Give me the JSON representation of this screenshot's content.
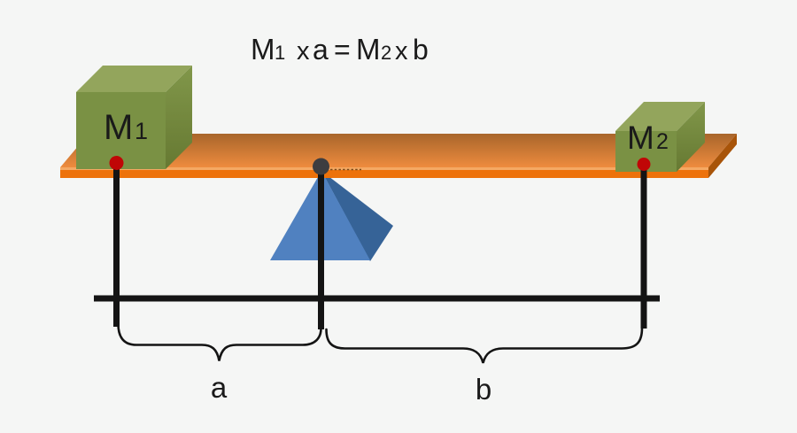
{
  "figure": {
    "type": "lever-balance-diagram",
    "formula": {
      "lhs_mass": "M",
      "lhs_mass_sub": "1",
      "lhs_times": "x",
      "lhs_dist": "a",
      "equals": "=",
      "rhs_mass": "M",
      "rhs_mass_sub": "2",
      "rhs_times": "x",
      "rhs_dist": "b"
    },
    "mass_left": {
      "symbol": "M",
      "subscript": "1"
    },
    "mass_right": {
      "symbol": "M",
      "subscript": "2"
    },
    "distance_left_label": "a",
    "distance_right_label": "b"
  },
  "colors": {
    "background": "#F5F6F5",
    "plank_top_back": "#A8652B",
    "plank_top_front": "#EE8B3E",
    "plank_highlight": "#F5A963",
    "plank_front": "#ED720B",
    "plank_end": "#A85409",
    "box_top": "#93A55C",
    "box_front": "#7A9144",
    "box_side_top": "#81974A",
    "box_side_bottom": "#667932",
    "pyramid_front": "#5081C0",
    "pyramid_side": "#366397",
    "pivot_dot": "#3D3D40",
    "mass_dot": "#C00606",
    "pivot_dash": "#7A4A1A",
    "line": "#141414"
  }
}
